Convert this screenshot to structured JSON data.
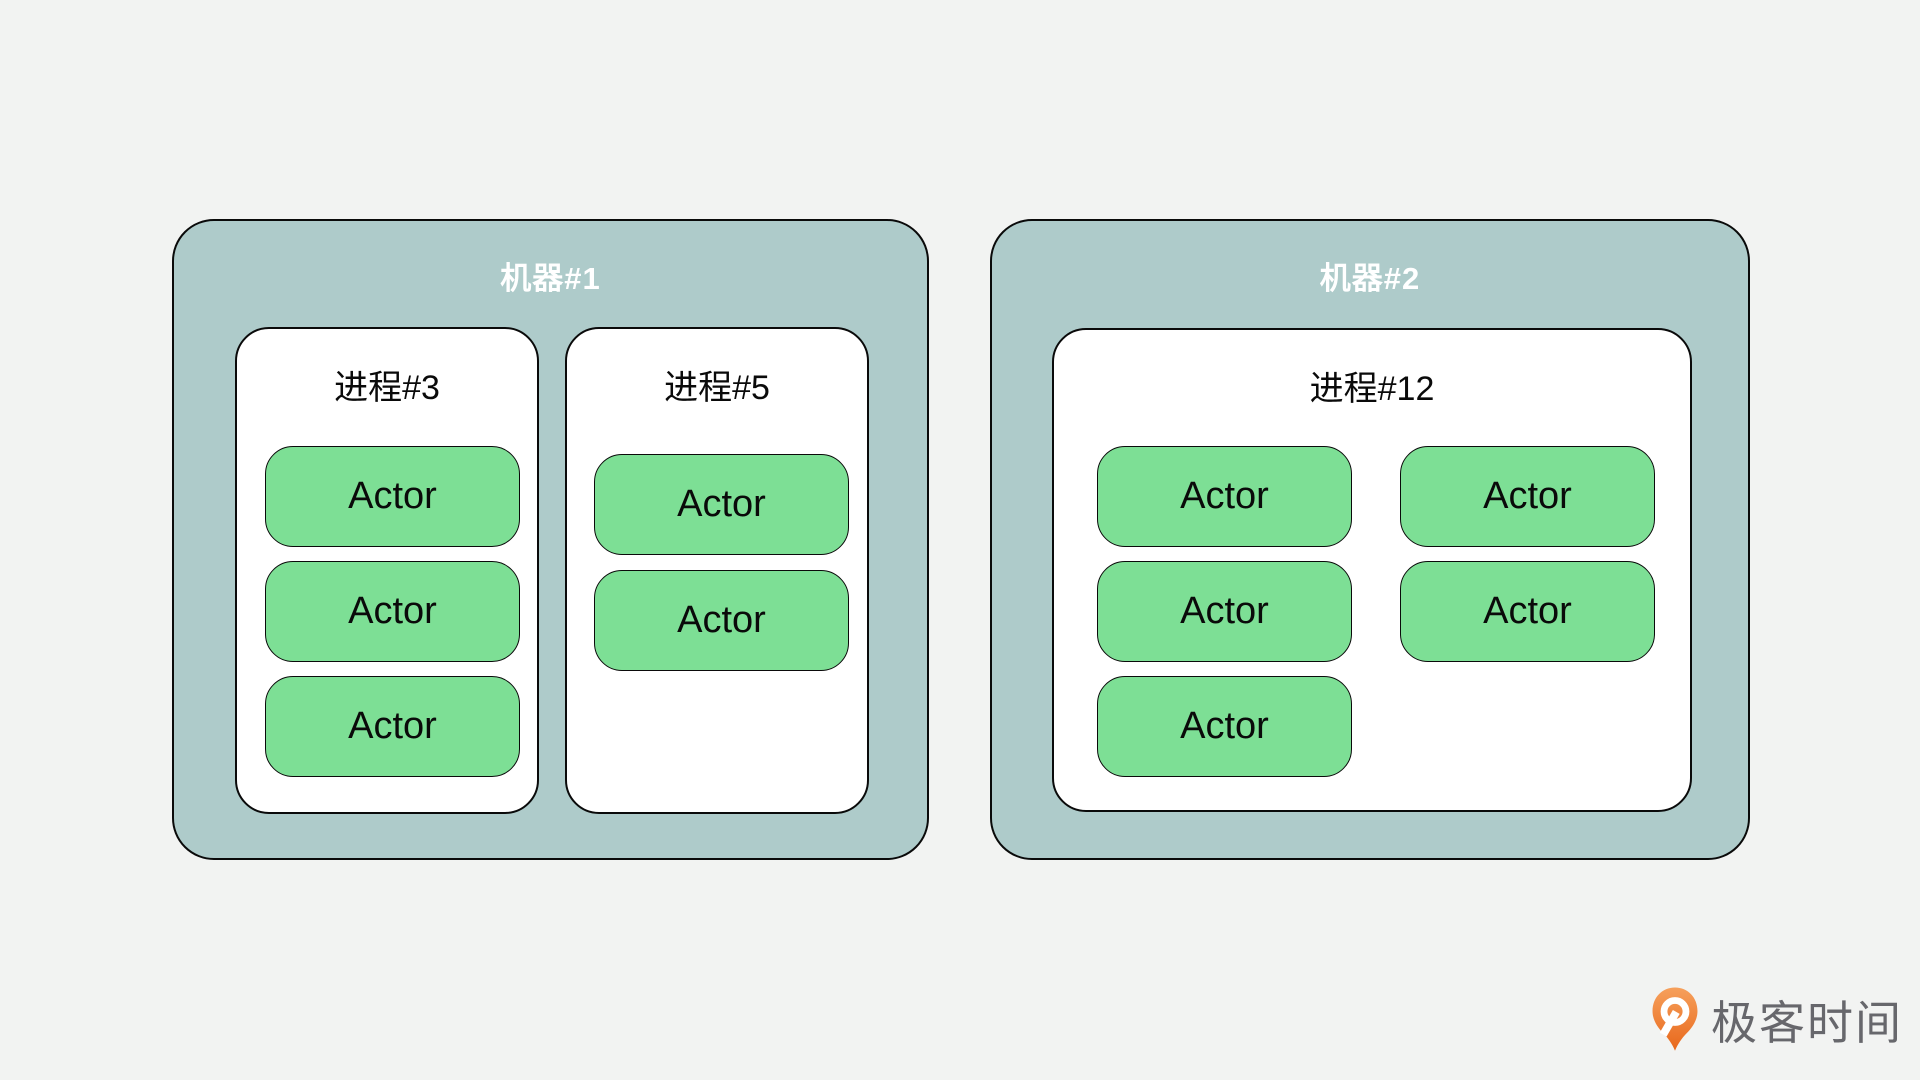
{
  "page": {
    "background": "#f2f3f2"
  },
  "colors": {
    "machine_fill": "#aecbca",
    "process_fill": "#ffffff",
    "actor_fill": "#7ddf95",
    "outline": "#0a0a0a",
    "machine_title_color": "#ffffff",
    "logo_orange": "#ed7225",
    "logo_text_color": "#67676c"
  },
  "machines": [
    {
      "title": "机器#1",
      "processes": [
        {
          "title": "进程#3",
          "actors": [
            "Actor",
            "Actor",
            "Actor"
          ]
        },
        {
          "title": "进程#5",
          "actors": [
            "Actor",
            "Actor"
          ]
        }
      ]
    },
    {
      "title": "机器#2",
      "processes": [
        {
          "title": "进程#12",
          "actors": [
            "Actor",
            "Actor",
            "Actor",
            "Actor",
            "Actor"
          ]
        }
      ]
    }
  ],
  "logo": {
    "text": "极客时间",
    "icon": "geektime-pin-icon"
  }
}
